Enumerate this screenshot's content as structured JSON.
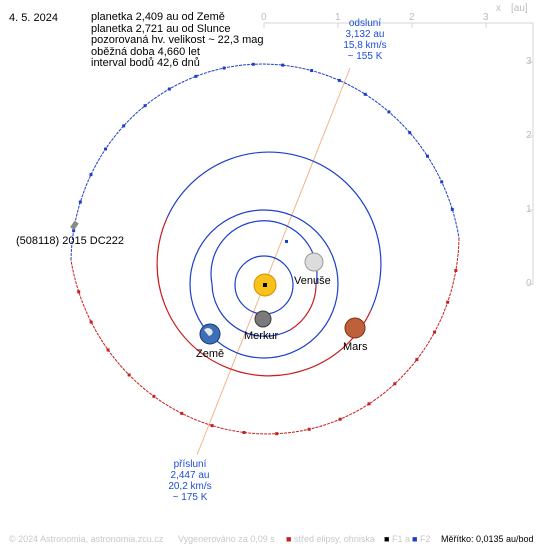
{
  "date": "4. 5. 2024",
  "info_lines": [
    "planetka 2,409 au od Země",
    "planetka 2,721 au od Slunce",
    "pozorovaná hv. velikost ~ 22,3 mag",
    "oběžná doba 4,660 let",
    "interval bodů 42,6 dnů"
  ],
  "asteroid_label": "(508118) 2015 DC222",
  "planets": {
    "venuse": "Venuše",
    "mars": "Mars",
    "merkur": "Merkur",
    "zeme": "Země"
  },
  "aphelion": {
    "title": "odsluní",
    "dist": "3,132 au",
    "speed": "15,8 km/s",
    "temp": "~ 155 K"
  },
  "perihelion": {
    "title": "přísluní",
    "dist": "2,447 au",
    "speed": "20,2 km/s",
    "temp": "~ 175 K"
  },
  "axes": {
    "x_ticks": [
      "0",
      "1",
      "2",
      "3"
    ],
    "y_ticks": [
      "3",
      "2",
      "1",
      "0"
    ],
    "x_label": "x",
    "unit": "[au]"
  },
  "footer": {
    "copyright": "© 2024 Astronomia, astronomia.zcu.cz",
    "generated": "Vygenerováno za 0,09 s",
    "legend_center": "střed elipsy, ohniska",
    "legend_f1": "F1 a",
    "legend_f2": "F2",
    "scale": "Měřítko: 0,0135 au/bod"
  },
  "colors": {
    "orbit_blue": "#1c3fc8",
    "orbit_red": "#c81e1e",
    "apsis_line": "#f4b38a",
    "grid": "#dddddd",
    "text_blue": "#1c4fd8"
  }
}
